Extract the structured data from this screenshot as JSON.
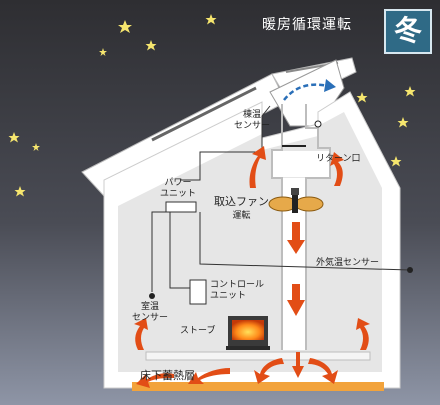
{
  "title": "暖房循環運転",
  "season": "冬",
  "labels": {
    "ridge_sensor": [
      "棟温",
      "センサー"
    ],
    "return_port": "リターン口",
    "power_unit": [
      "パワー",
      "ユニット"
    ],
    "intake_fan": [
      "取込ファン",
      "運転"
    ],
    "outdoor_sensor": "外気温センサー",
    "control_unit": [
      "コントロール",
      "ユニット"
    ],
    "room_sensor": [
      "室温",
      "センサー"
    ],
    "stove": "ストーブ",
    "underfloor_storage": "床下蓄熱層"
  },
  "colors": {
    "sky_top": "#2e2e32",
    "sky_bottom": "#8e95a6",
    "house": "#ffffff",
    "arrow_red": "#e24d16",
    "arrow_blue": "#2a6fb8",
    "moon": "#f4ef9a",
    "star": "#f6e66e",
    "storage_layer": "#f2a33c",
    "season_badge": "#2f6a86"
  },
  "icons": [
    "moon-icon",
    "star-icon",
    "fan-icon",
    "stove-icon",
    "sensor-icon",
    "unit-icon"
  ]
}
